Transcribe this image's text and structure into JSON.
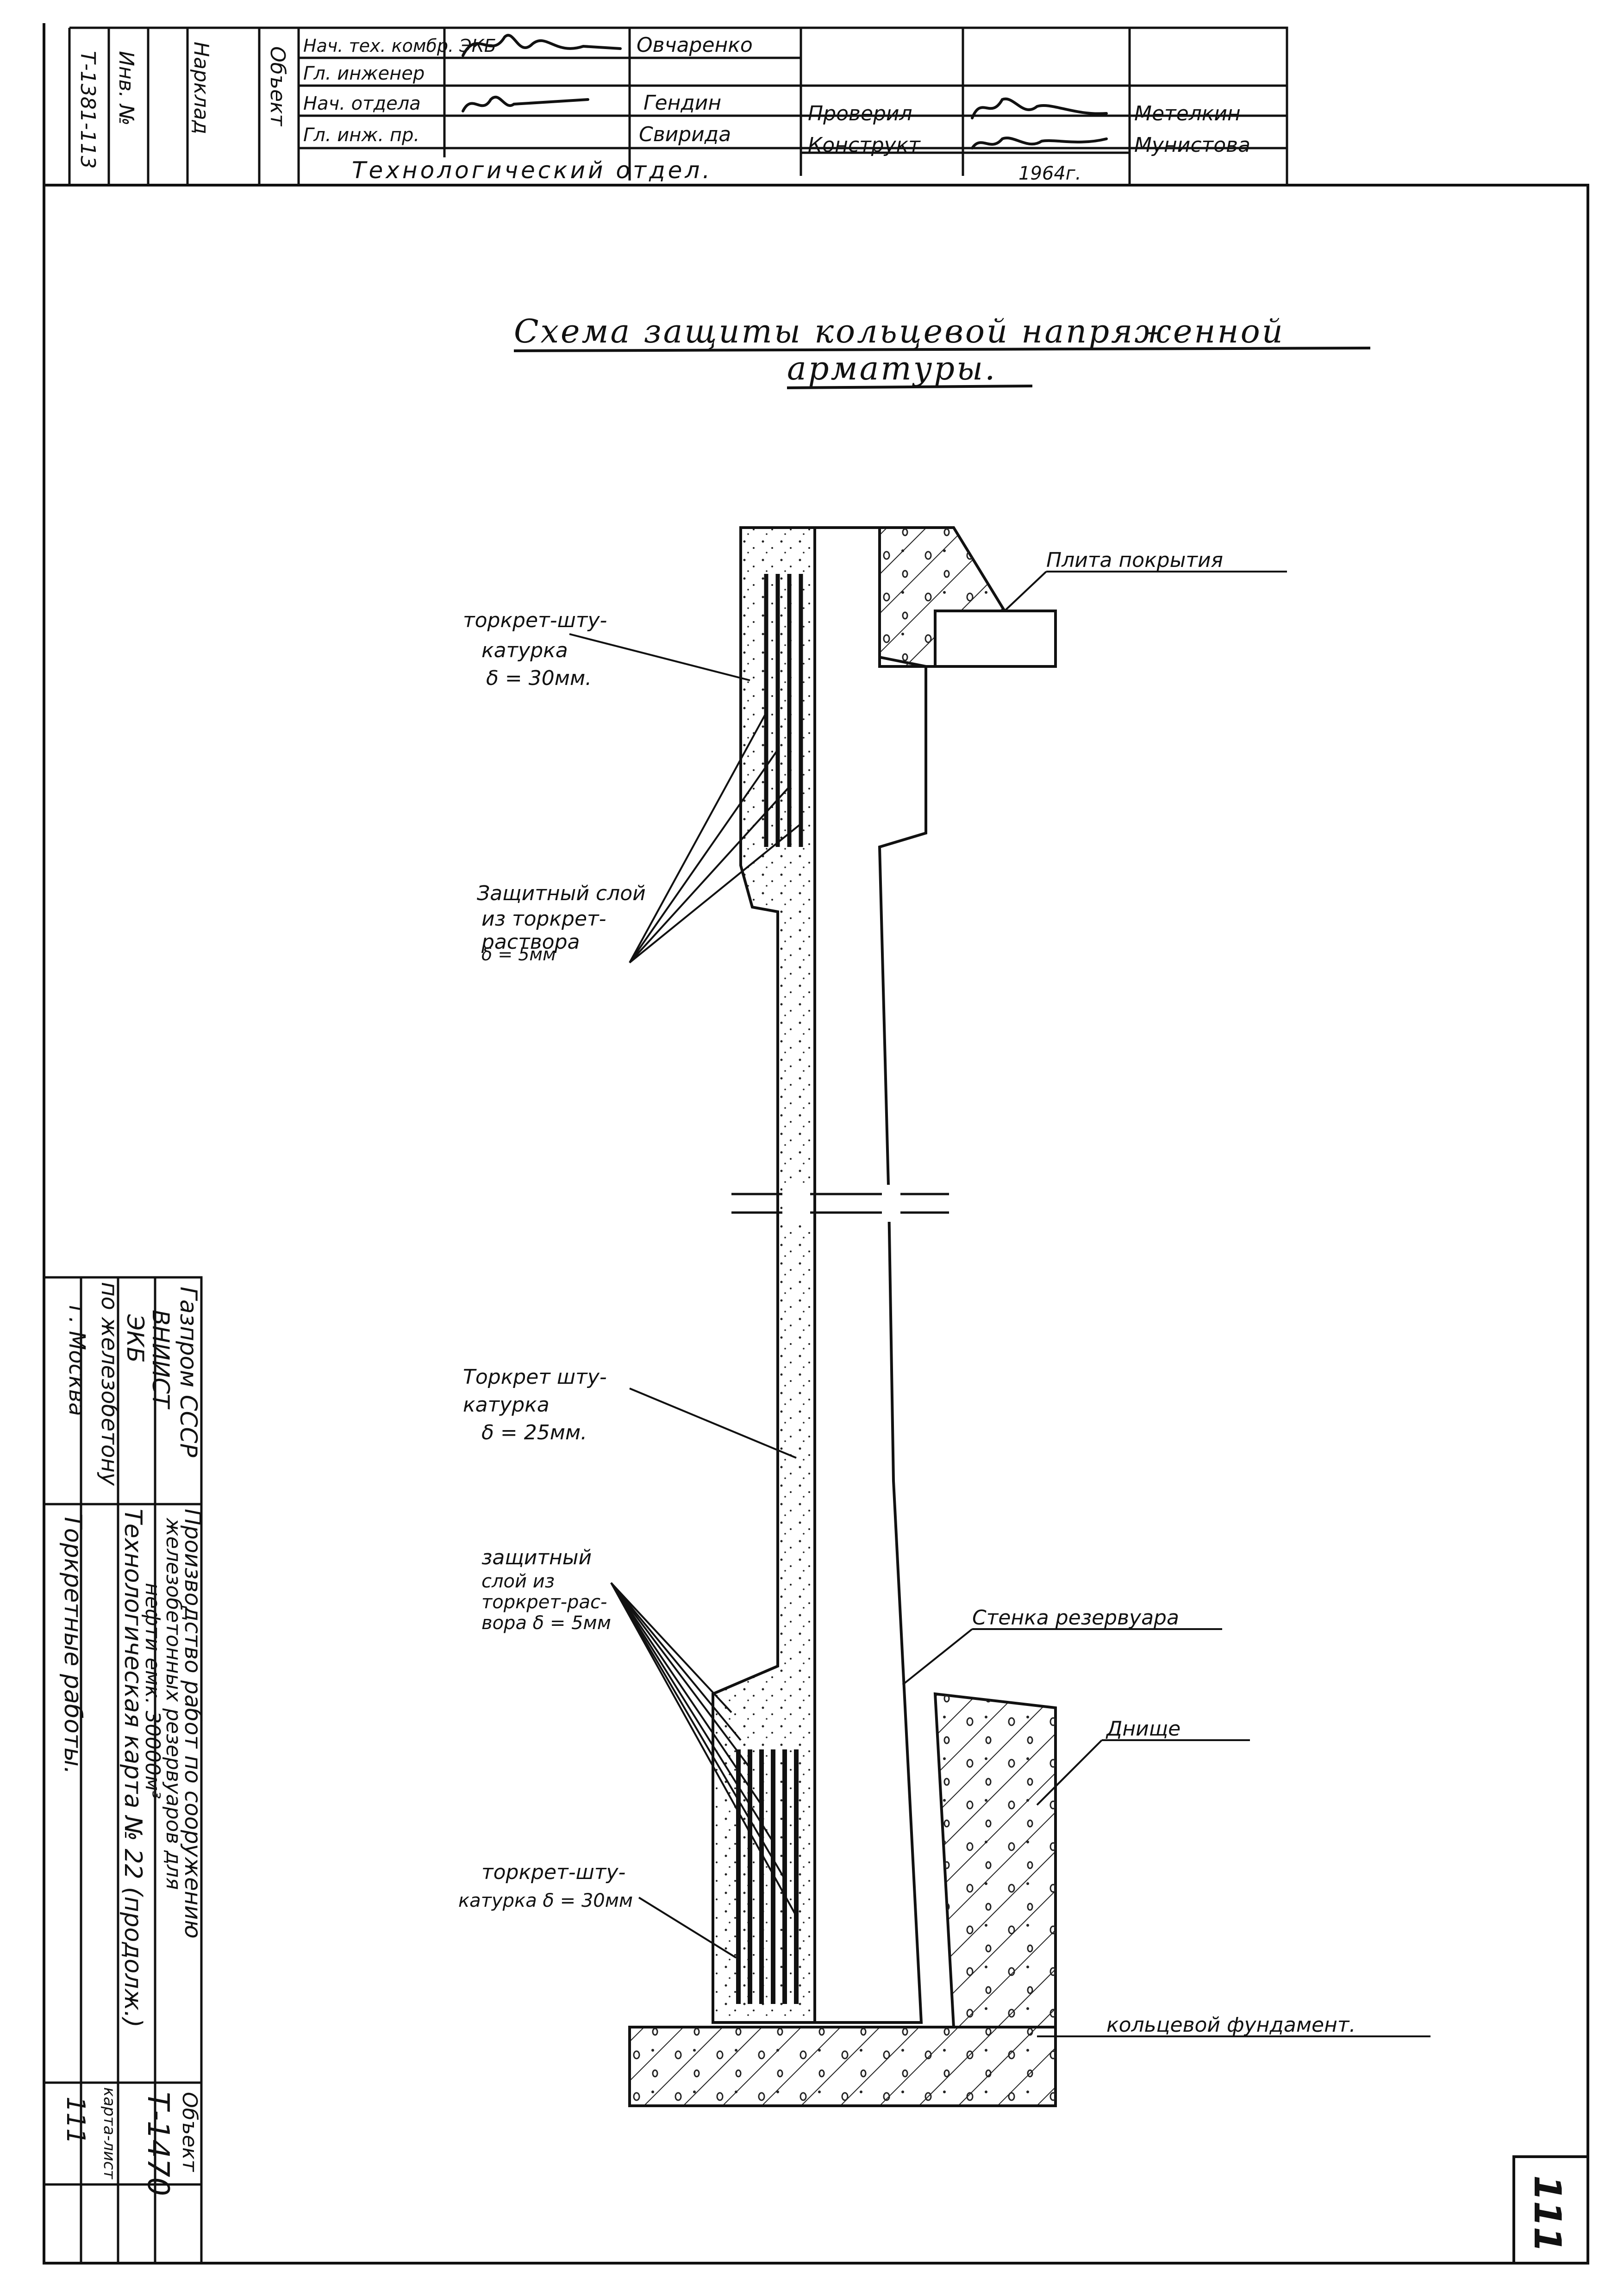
{
  "title_block": {
    "rows": [
      {
        "role": "Нач. тех. комбр. ЭКБ",
        "name": "Овчаренко"
      },
      {
        "role": "Гл. инженер",
        "name": ""
      },
      {
        "role": "Нач. отдела",
        "name": "Гендин"
      },
      {
        "role": "Гл. инж. пр.",
        "name": "Свирида"
      }
    ],
    "checked_label": "Проверил",
    "checked_name": "Метелкин",
    "designer_label": "Конструкт",
    "designer_name": "Мунистова",
    "year": "1964г.",
    "department": "Технологический отдел.",
    "left_col_1": "Т-1381-113",
    "left_col_2": "Инв. №",
    "left_col_3": "Нарклад",
    "left_col_4": "Объект"
  },
  "drawing": {
    "title_line1": "Схема защиты кольцевой напряженной",
    "title_line2": "арматуры.",
    "labels": {
      "plita": "Плита покрытия",
      "torkret_top_1": "торкрет-шту-",
      "torkret_top_2": "катурка",
      "torkret_top_3": "δ = 30мм.",
      "protect_top_1": "Защитный слой",
      "protect_top_2": "из торкрет-",
      "protect_top_3": "раствора",
      "protect_top_4": "δ = 5мм",
      "torkret_mid_1": "Торкрет шту-",
      "torkret_mid_2": "катурка",
      "torkret_mid_3": "δ = 25мм.",
      "protect_bot_1": "защитный",
      "protect_bot_2": "слой из",
      "protect_bot_3": "торкрет-рас-",
      "protect_bot_4": "вора δ = 5мм",
      "stenka": "Стенка резервуара",
      "dnische": "Днище",
      "torkret_bot_1": "торкрет-шту-",
      "torkret_bot_2": "катурка δ = 30мм",
      "fundament": "кольцевой фундамент."
    }
  },
  "bottom_block": {
    "org_1": "Газпром СССР",
    "org_2": "ВНИИСТ",
    "org_3": "ЭКБ",
    "org_4": "по железобетону",
    "org_5": "г. Москва",
    "work_1": "Производство работ по сооружению",
    "work_2": "железобетонных резервуаров для",
    "work_3": "нефти емк. 30000м³",
    "card": "Технологическая карта № 22 (продолж.)",
    "subject": "Торкретные работы.",
    "object_label": "Объект",
    "object_value": "Т-1470",
    "sheet_label": "карта-лист",
    "sheet_value": "111"
  },
  "page_number": "111"
}
